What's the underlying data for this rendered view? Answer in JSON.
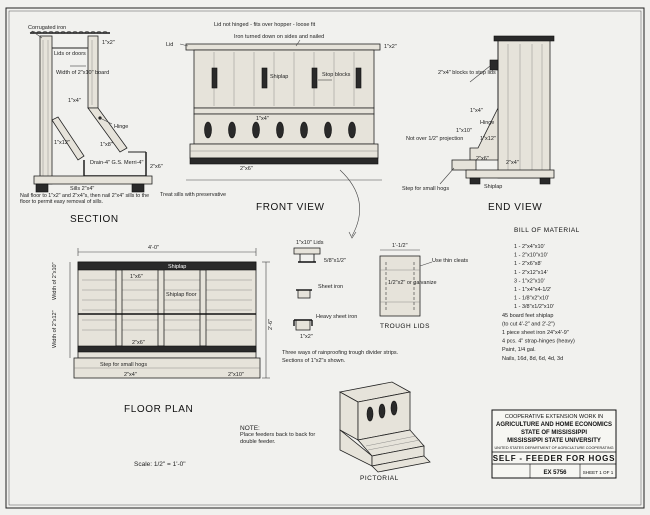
{
  "section": {
    "title": "SECTION",
    "labels": {
      "corrugated_iron": "Corrugated iron",
      "lids_or_doors": "Lids or doors",
      "l1x2": "1\"x2\"",
      "width_of_board": "Width of 2\"x10\" board",
      "l1x4": "1\"x4\"",
      "hinge": "Hinge",
      "l1x12": "1\"x12\"",
      "l1x8": "1\"x8\"",
      "drain": "Drain-4\" G.S. Merri-4\"",
      "l2x6": "2\"x6\"",
      "sills": "Sills 2\"x4\"",
      "note": "Nail floor to 1\"x2\" and 2\"x4\"s, then nail 2\"x4\" sills to the floor to permit easy removal of sills."
    }
  },
  "front_view": {
    "title": "FRONT VIEW",
    "labels": {
      "lid_not_hinged": "Lid not hinged - fits over hopper - loose fit",
      "iron_turned": "Iron turned down on sides and nailed",
      "lid": "Lid",
      "l1x2": "1\"x2\"",
      "shiplap": "Shiplap",
      "stop_blocks": "Stop blocks",
      "l1x4": "1\"x4\"",
      "l2x6": "2\"x6\"",
      "treat_sills": "Treat sills with preservative"
    }
  },
  "end_view": {
    "title": "END VIEW",
    "labels": {
      "blocks": "2\"x4\" blocks to stop lids",
      "l1x4": "1\"x4\"",
      "hinge": "Hinge",
      "l1x10": "1\"x10\"",
      "l1x12": "1\"x12\"",
      "not_over": "Not over 1/2\" projection",
      "l2x6": "2\"x6\"",
      "l2x4": "2\"x4\"",
      "step_for_hogs": "Step for small hogs",
      "shiplap": "Shiplap"
    }
  },
  "floor_plan": {
    "title": "FLOOR PLAN",
    "labels": {
      "dim_top": "4'-0\"",
      "shiplap": "Shiplap",
      "l1x6": "1\"x6\"",
      "shiplap_floor": "Shiplap floor",
      "width_of_2x10": "Width of 2\"x10\"",
      "width_of_2x12": "Width of 2\"x12\"",
      "l2x6": "2\"x6\"",
      "step_for_hogs": "Step for small hogs",
      "l2x4": "2\"x4\"",
      "l2x10": "2\"x10\"",
      "dim_side": "2'-6\""
    }
  },
  "details": {
    "lids": "1\"x10\" Lids",
    "five_eighths": "5/8\"x1/2\"",
    "sheet_iron": "Sheet iron",
    "heavy_sheet_iron": "Heavy sheet iron",
    "l1x2": "1\"x2\"",
    "three_ways": "Three ways of rainproofing trough divider strips.",
    "sections_of": "Sections of 1\"x2\"s shown."
  },
  "trough_lids": {
    "title": "TROUGH LIDS",
    "dim": "1'-1/2\"",
    "inner": "1/2\"x2\" or galvanize",
    "use_cleats": "Use thin cleats"
  },
  "bill_of_material": {
    "title": "BILL OF MATERIAL",
    "items": [
      "1 - 2\"x4\"x10'",
      "1 - 2\"x10\"x10'",
      "1 - 2\"x6\"x8'",
      "1 - 2\"x12\"x14'",
      "3 - 1\"x2\"x10'",
      "1 - 1\"x4\"x4-1/2'",
      "1 - 1/8\"x2\"x10'",
      "1 - 3/8\"x1/2\"x10'",
      "45 board feet shiplap",
      "(to cut 4'-2\" and 2'-2\")",
      "1 piece sheet iron 24\"x4'-9\"",
      "4 pcs. 4\" strap-hinges (heavy)",
      "Paint, 1/4 gal.",
      "Nails, 16d, 8d, 6d, 4d, 3d"
    ]
  },
  "note": {
    "heading": "NOTE:",
    "text": "Place feeders back to back for double feeder.",
    "scale": "Scale: 1/2\" = 1'-0\""
  },
  "pictorial": {
    "title": "PICTORIAL"
  },
  "title_block": {
    "line1": "COOPERATIVE EXTENSION WORK IN",
    "line2": "AGRICULTURE AND HOME ECONOMICS",
    "line3": "STATE OF MISSISSIPPI",
    "line4": "MISSISSIPPI STATE UNIVERSITY",
    "line5": "UNITED STATES DEPARTMENT OF AGRICULTURE COOPERATING",
    "drawing_title": "SELF - FEEDER FOR HOGS",
    "plan_no": "EX 5756",
    "sheet": "SHEET 1 OF 1"
  }
}
